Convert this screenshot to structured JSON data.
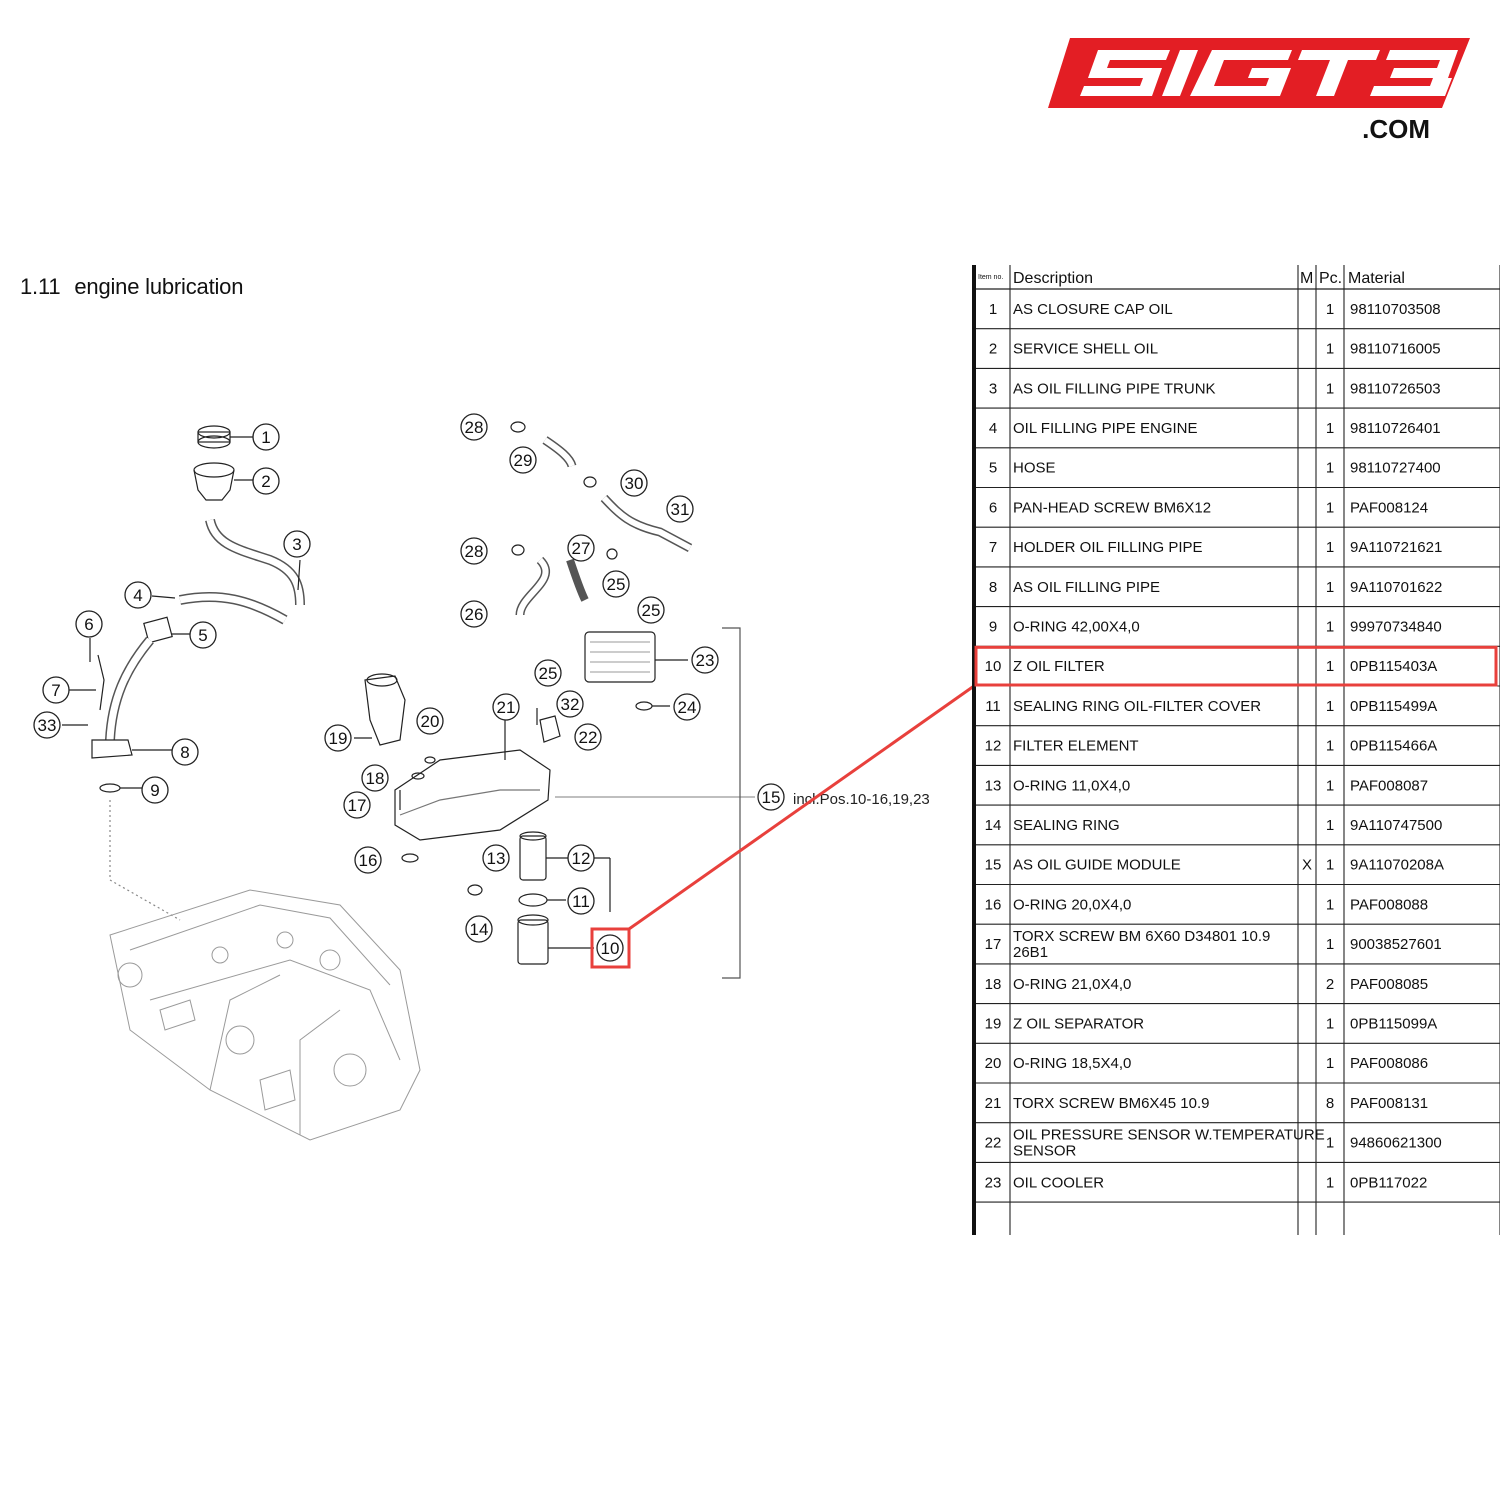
{
  "logo": {
    "text": "SIGT3",
    "suffix": ".COM",
    "brand_color": "#e31e24"
  },
  "section": {
    "number": "1.11",
    "title": "engine lubrication"
  },
  "diagram": {
    "callouts": [
      "1",
      "2",
      "3",
      "4",
      "5",
      "6",
      "7",
      "8",
      "9",
      "10",
      "11",
      "12",
      "13",
      "14",
      "15",
      "16",
      "17",
      "18",
      "19",
      "20",
      "21",
      "22",
      "23",
      "24",
      "25",
      "25",
      "25",
      "26",
      "27",
      "28",
      "28",
      "29",
      "30",
      "31",
      "32",
      "33"
    ],
    "note_15": "incl.Pos.10-16,19,23",
    "highlighted_callout": "10"
  },
  "table": {
    "headers": {
      "item": "Item no.",
      "description": "Description",
      "m": "M",
      "pc": "Pc.",
      "material": "Material"
    },
    "rows": [
      {
        "item": "1",
        "description": "AS CLOSURE CAP OIL",
        "m": "",
        "pc": "1",
        "material": "98110703508"
      },
      {
        "item": "2",
        "description": "SERVICE SHELL OIL",
        "m": "",
        "pc": "1",
        "material": "98110716005"
      },
      {
        "item": "3",
        "description": "AS OIL FILLING PIPE TRUNK",
        "m": "",
        "pc": "1",
        "material": "98110726503"
      },
      {
        "item": "4",
        "description": "OIL FILLING PIPE ENGINE",
        "m": "",
        "pc": "1",
        "material": "98110726401"
      },
      {
        "item": "5",
        "description": "HOSE",
        "m": "",
        "pc": "1",
        "material": "98110727400"
      },
      {
        "item": "6",
        "description": "PAN-HEAD SCREW BM6X12",
        "m": "",
        "pc": "1",
        "material": "PAF008124"
      },
      {
        "item": "7",
        "description": "HOLDER OIL FILLING PIPE",
        "m": "",
        "pc": "1",
        "material": "9A110721621"
      },
      {
        "item": "8",
        "description": "AS OIL FILLING PIPE",
        "m": "",
        "pc": "1",
        "material": "9A110701622"
      },
      {
        "item": "9",
        "description": "O-RING 42,00X4,0",
        "m": "",
        "pc": "1",
        "material": "99970734840"
      },
      {
        "item": "10",
        "description": "Z OIL FILTER",
        "m": "",
        "pc": "1",
        "material": "0PB115403A"
      },
      {
        "item": "11",
        "description": "SEALING RING OIL-FILTER COVER",
        "m": "",
        "pc": "1",
        "material": "0PB115499A"
      },
      {
        "item": "12",
        "description": "FILTER ELEMENT",
        "m": "",
        "pc": "1",
        "material": "0PB115466A"
      },
      {
        "item": "13",
        "description": "O-RING 11,0X4,0",
        "m": "",
        "pc": "1",
        "material": "PAF008087"
      },
      {
        "item": "14",
        "description": "SEALING RING",
        "m": "",
        "pc": "1",
        "material": "9A110747500"
      },
      {
        "item": "15",
        "description": "AS OIL GUIDE MODULE",
        "m": "X",
        "pc": "1",
        "material": "9A11070208A"
      },
      {
        "item": "16",
        "description": "O-RING 20,0X4,0",
        "m": "",
        "pc": "1",
        "material": "PAF008088"
      },
      {
        "item": "17",
        "description": "TORX SCREW BM 6X60 D34801 10.9 26B1",
        "m": "",
        "pc": "1",
        "material": "90038527601"
      },
      {
        "item": "18",
        "description": "O-RING 21,0X4,0",
        "m": "",
        "pc": "2",
        "material": "PAF008085"
      },
      {
        "item": "19",
        "description": "Z OIL SEPARATOR",
        "m": "",
        "pc": "1",
        "material": "0PB115099A"
      },
      {
        "item": "20",
        "description": "O-RING 18,5X4,0",
        "m": "",
        "pc": "1",
        "material": "PAF008086"
      },
      {
        "item": "21",
        "description": "TORX SCREW BM6X45 10.9",
        "m": "",
        "pc": "8",
        "material": "PAF008131"
      },
      {
        "item": "22",
        "description": "OIL PRESSURE SENSOR W.TEMPERATURE SENSOR",
        "m": "",
        "pc": "1",
        "material": "94860621300"
      },
      {
        "item": "23",
        "description": "OIL COOLER",
        "m": "",
        "pc": "1",
        "material": "0PB117022"
      }
    ],
    "highlighted_row": "10",
    "highlight_color": "#e8403c"
  }
}
